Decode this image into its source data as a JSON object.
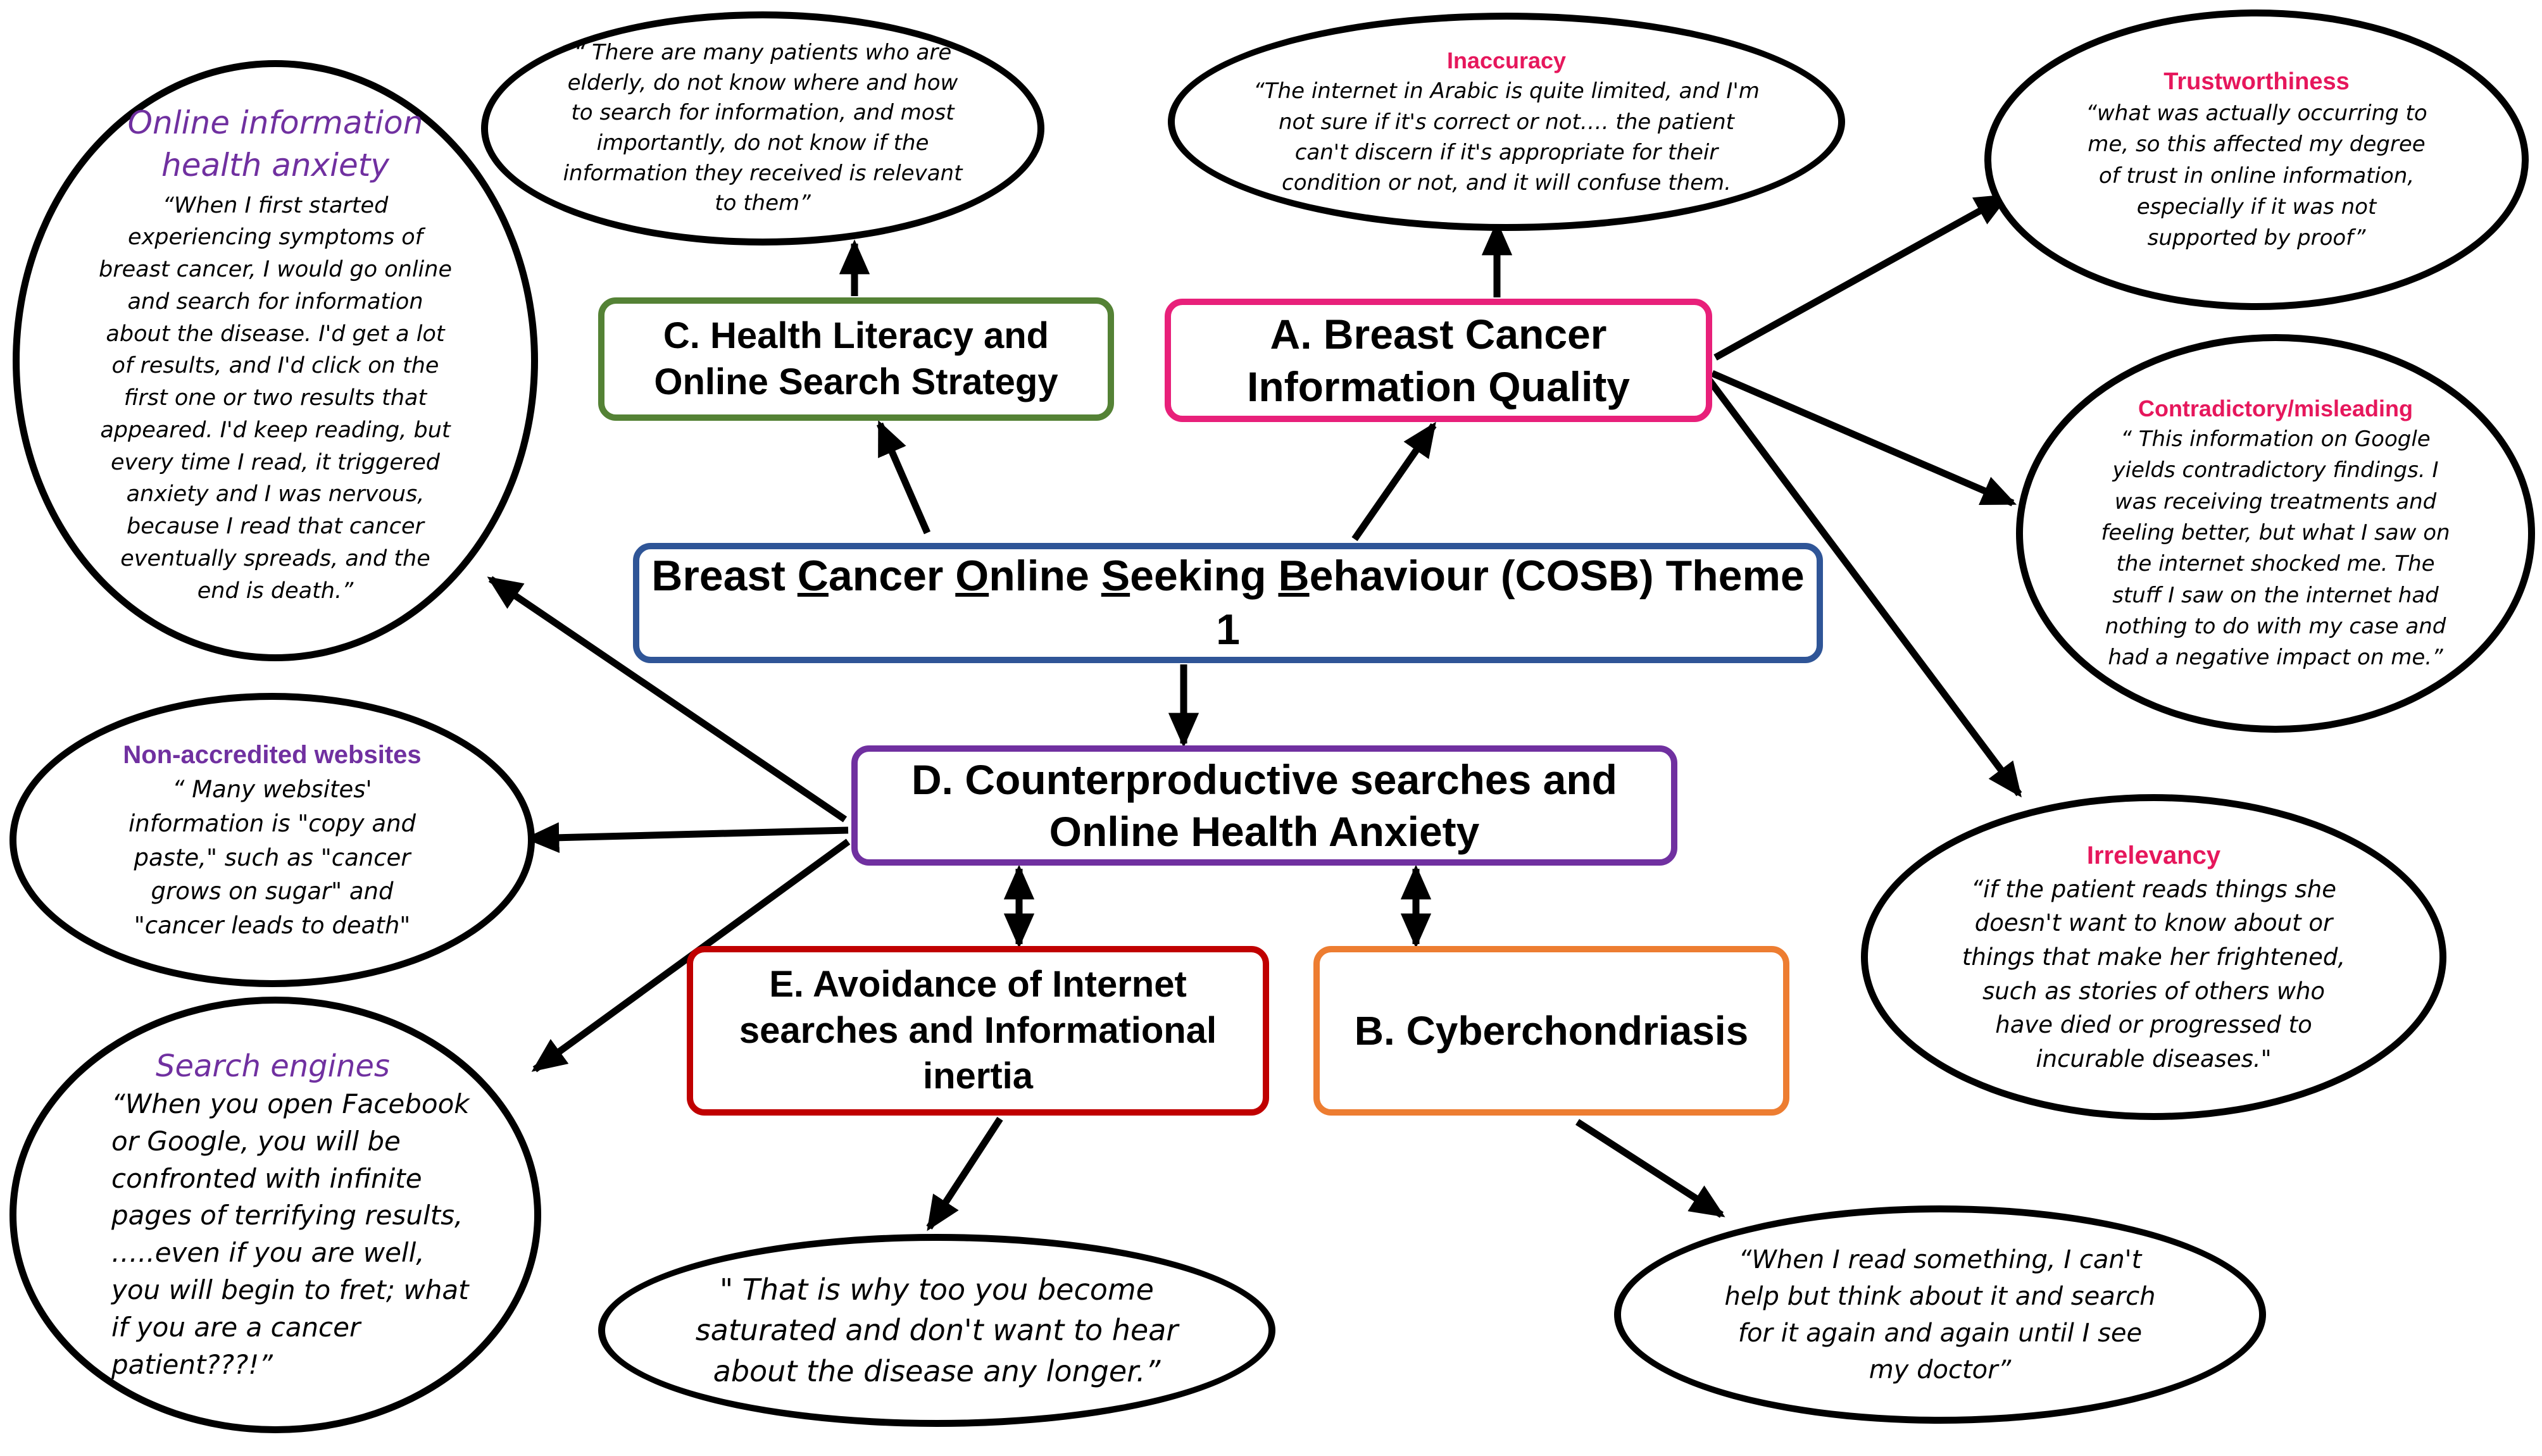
{
  "colors": {
    "center": "#2f5597",
    "a": "#e8207a",
    "b": "#ed7d31",
    "c": "#548235",
    "d": "#7030a0",
    "e": "#c00000",
    "subtitle_pink": "#e6175c",
    "subtitle_purple": "#7030a0",
    "outline": "#000000"
  },
  "nodes": {
    "center": {
      "label": "Breast Cancer Online Seeking Behaviour (COSB) Theme 1"
    },
    "a": {
      "label": "A. Breast Cancer Information Quality"
    },
    "b": {
      "label": "B. Cyberchondriasis"
    },
    "c": {
      "label": "C. Health Literacy and Online Search Strategy"
    },
    "d": {
      "label": "D. Counterproductive searches and Online Health Anxiety"
    },
    "e": {
      "label": "E. Avoidance of Internet searches and Informational inertia"
    }
  },
  "quotes": {
    "anxiety": {
      "title": "Online information health anxiety",
      "text": "“When I first started experiencing symptoms of breast cancer, I would go online and search for information about the disease. I'd get a lot of results, and I'd click on the first one or two results that appeared. I'd keep reading, but every time I read, it triggered anxiety and I was nervous, because I read that cancer eventually spreads, and the end is death.”"
    },
    "elderly": {
      "text": "“ There are many patients who are elderly, do not know where and how to search for information, and most importantly, do not know if the information they received is relevant to them”"
    },
    "inaccuracy": {
      "title": "Inaccuracy",
      "text": "“The internet in Arabic is quite limited, and I'm not sure if it's correct or not…. the patient can't discern if it's appropriate for their condition or not, and it will confuse them."
    },
    "trust": {
      "title": "Trustworthiness",
      "text": "“what was actually occurring to me, so this affected my degree of trust in online information, especially if it was not supported by proof”"
    },
    "contradictory": {
      "title": "Contradictory/misleading",
      "text": "“ This information on Google yields contradictory findings. I was receiving treatments and feeling better, but what I saw on the internet shocked me. The stuff I saw on the internet had nothing to do with my case and had a negative impact on me.”"
    },
    "irrelevancy": {
      "title": "Irrelevancy",
      "text": "“if the patient reads things she doesn't want to know about or things that make her frightened, such as stories of others who have died or progressed to incurable diseases.\""
    },
    "nonaccredited": {
      "title": "Non-accredited websites",
      "text": "“ Many websites' information is \"copy and paste,\" such as \"cancer grows on sugar\" and \"cancer leads to death\""
    },
    "search": {
      "title": "Search engines",
      "text": "“When you open Facebook or Google, you will be confronted with infinite pages of terrifying results, …..even if you are well, you will begin to fret; what if you are a cancer patient???!”"
    },
    "saturated": {
      "text": "\" That is why too you become saturated and don't want to hear about the disease any longer.”"
    },
    "doctor": {
      "text": "“When I read something, I can't help but think about it and search for it again and again until I see my doctor”"
    }
  }
}
